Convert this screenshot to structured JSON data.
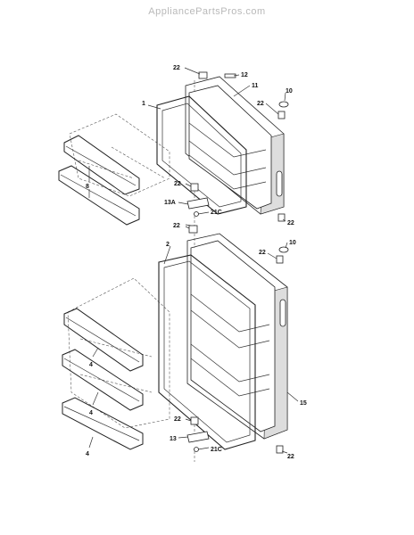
{
  "watermark": "AppliancePartsPros.com",
  "labels": [
    {
      "id": "lbl-22-a",
      "text": "22"
    },
    {
      "id": "lbl-12",
      "text": "12"
    },
    {
      "id": "lbl-11",
      "text": "11"
    },
    {
      "id": "lbl-10-a",
      "text": "10"
    },
    {
      "id": "lbl-22-b",
      "text": "22"
    },
    {
      "id": "lbl-1",
      "text": "1"
    },
    {
      "id": "lbl-8",
      "text": "8"
    },
    {
      "id": "lbl-22-c",
      "text": "22"
    },
    {
      "id": "lbl-13a",
      "text": "13A"
    },
    {
      "id": "lbl-21c-a",
      "text": "21C"
    },
    {
      "id": "lbl-22-d",
      "text": "22"
    },
    {
      "id": "lbl-22-e",
      "text": "22"
    },
    {
      "id": "lbl-2",
      "text": "2"
    },
    {
      "id": "lbl-10-b",
      "text": "10"
    },
    {
      "id": "lbl-22-f",
      "text": "22"
    },
    {
      "id": "lbl-4-a",
      "text": "4"
    },
    {
      "id": "lbl-4-b",
      "text": "4"
    },
    {
      "id": "lbl-15",
      "text": "15"
    },
    {
      "id": "lbl-22-g",
      "text": "22"
    },
    {
      "id": "lbl-13",
      "text": "13"
    },
    {
      "id": "lbl-21c-b",
      "text": "21C"
    },
    {
      "id": "lbl-22-h",
      "text": "22"
    },
    {
      "id": "lbl-4-c",
      "text": "4"
    }
  ]
}
